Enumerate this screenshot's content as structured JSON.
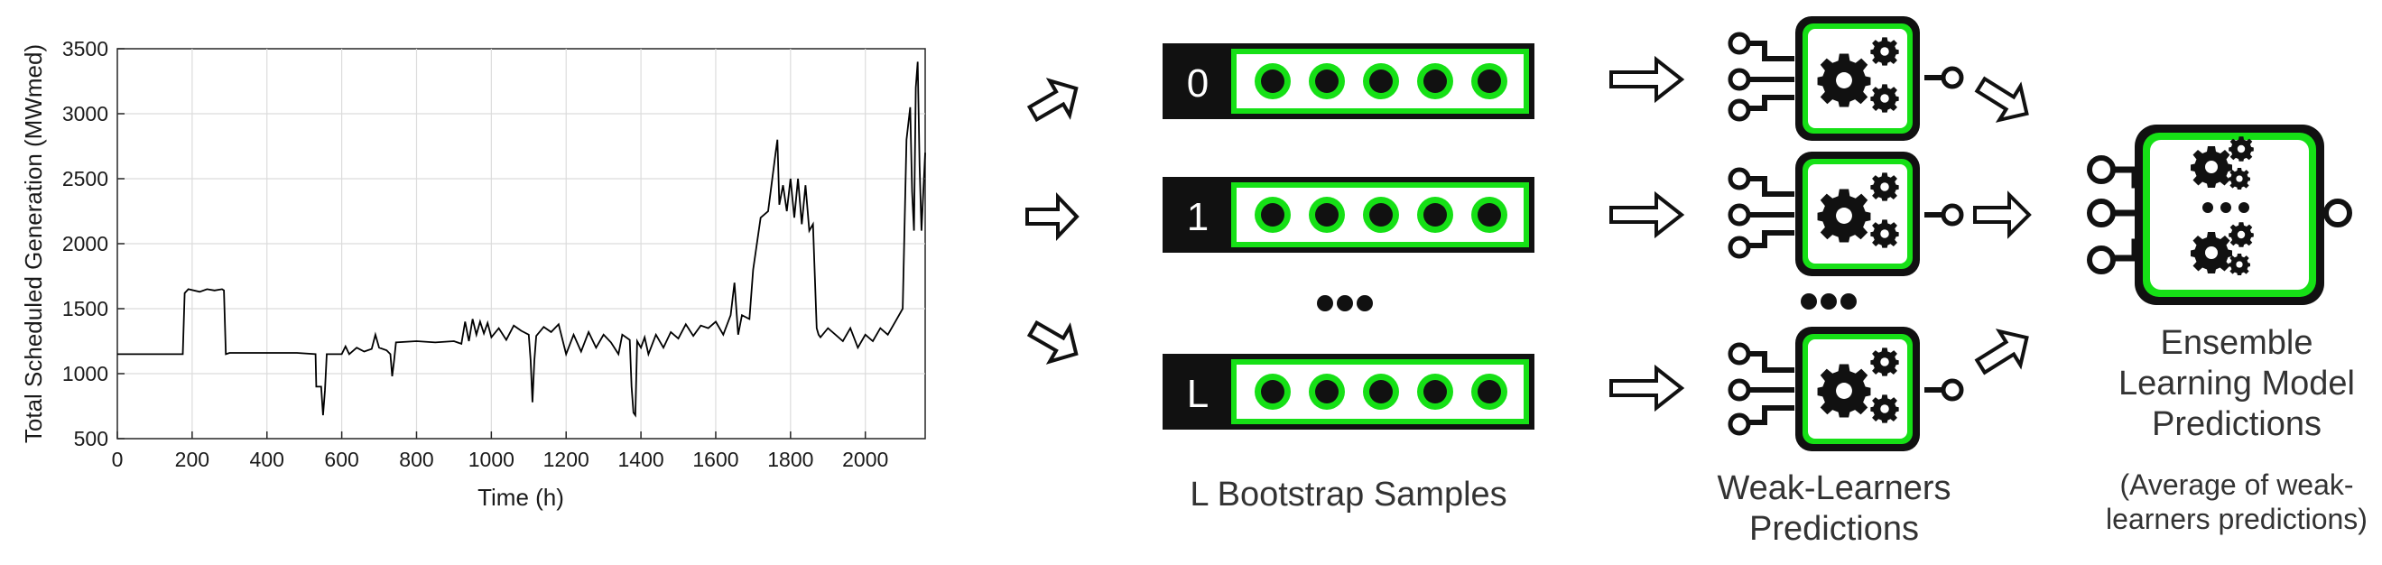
{
  "chart_data": {
    "type": "line",
    "xlabel": "Time (h)",
    "ylabel": "Total Scheduled Generation (MWmed)",
    "xlim": [
      0,
      2160
    ],
    "ylim": [
      500,
      3500
    ],
    "xticks": [
      0,
      200,
      400,
      600,
      800,
      1000,
      1200,
      1400,
      1600,
      1800,
      2000
    ],
    "yticks": [
      500,
      1000,
      1500,
      2000,
      2500,
      3000,
      3500
    ],
    "grid": true,
    "series": [
      {
        "color": "#000000",
        "x": [
          0,
          175,
          180,
          190,
          220,
          240,
          260,
          280,
          285,
          290,
          300,
          360,
          420,
          480,
          530,
          532,
          545,
          550,
          555,
          560,
          562,
          600,
          610,
          620,
          640,
          660,
          680,
          690,
          700,
          720,
          730,
          735,
          740,
          745,
          800,
          850,
          900,
          920,
          930,
          940,
          950,
          960,
          970,
          980,
          990,
          1000,
          1020,
          1040,
          1060,
          1080,
          1100,
          1105,
          1110,
          1115,
          1120,
          1140,
          1160,
          1180,
          1200,
          1220,
          1240,
          1260,
          1280,
          1300,
          1320,
          1340,
          1350,
          1370,
          1375,
          1380,
          1385,
          1390,
          1400,
          1410,
          1420,
          1440,
          1460,
          1480,
          1500,
          1520,
          1540,
          1560,
          1580,
          1600,
          1620,
          1640,
          1650,
          1660,
          1670,
          1690,
          1700,
          1720,
          1740,
          1760,
          1765,
          1770,
          1780,
          1790,
          1800,
          1810,
          1820,
          1830,
          1840,
          1850,
          1860,
          1870,
          1875,
          1880,
          1900,
          1920,
          1940,
          1960,
          1980,
          2000,
          2020,
          2040,
          2060,
          2080,
          2100,
          2110,
          2120,
          2125,
          2130,
          2135,
          2140,
          2145,
          2150,
          2160
        ],
        "y": [
          1150,
          1150,
          1620,
          1650,
          1630,
          1650,
          1640,
          1650,
          1640,
          1150,
          1160,
          1160,
          1160,
          1160,
          1150,
          900,
          900,
          680,
          870,
          1150,
          1150,
          1150,
          1210,
          1150,
          1200,
          1170,
          1190,
          1300,
          1200,
          1180,
          1150,
          980,
          1100,
          1240,
          1250,
          1240,
          1250,
          1230,
          1400,
          1250,
          1420,
          1300,
          1400,
          1310,
          1390,
          1280,
          1350,
          1260,
          1370,
          1330,
          1300,
          1100,
          780,
          1100,
          1290,
          1360,
          1320,
          1380,
          1150,
          1300,
          1170,
          1320,
          1200,
          1300,
          1240,
          1150,
          1300,
          1260,
          900,
          700,
          680,
          1250,
          1200,
          1280,
          1150,
          1300,
          1200,
          1320,
          1270,
          1380,
          1290,
          1370,
          1350,
          1400,
          1300,
          1450,
          1700,
          1300,
          1450,
          1420,
          1800,
          2200,
          2250,
          2700,
          2800,
          2300,
          2450,
          2250,
          2500,
          2200,
          2500,
          2150,
          2450,
          2100,
          2150,
          1350,
          1300,
          1280,
          1350,
          1300,
          1250,
          1350,
          1200,
          1300,
          1250,
          1350,
          1300,
          1400,
          1500,
          2800,
          3050,
          2400,
          2100,
          3200,
          3400,
          2600,
          2100,
          2700
        ]
      }
    ]
  },
  "diagram": {
    "bootstrap_title": "L Bootstrap Samples",
    "sample_indices": [
      "0",
      "1",
      "L"
    ],
    "weak_learners_title_line1": "Weak-Learners",
    "weak_learners_title_line2": "Predictions",
    "ensemble_title_line1": "Ensemble",
    "ensemble_title_line2": "Learning Model",
    "ensemble_title_line3": "Predictions",
    "ensemble_note_line1": "(Average of weak-",
    "ensemble_note_line2": "learners predictions)",
    "accent_color": "#16e016",
    "dark_color": "#111111"
  }
}
